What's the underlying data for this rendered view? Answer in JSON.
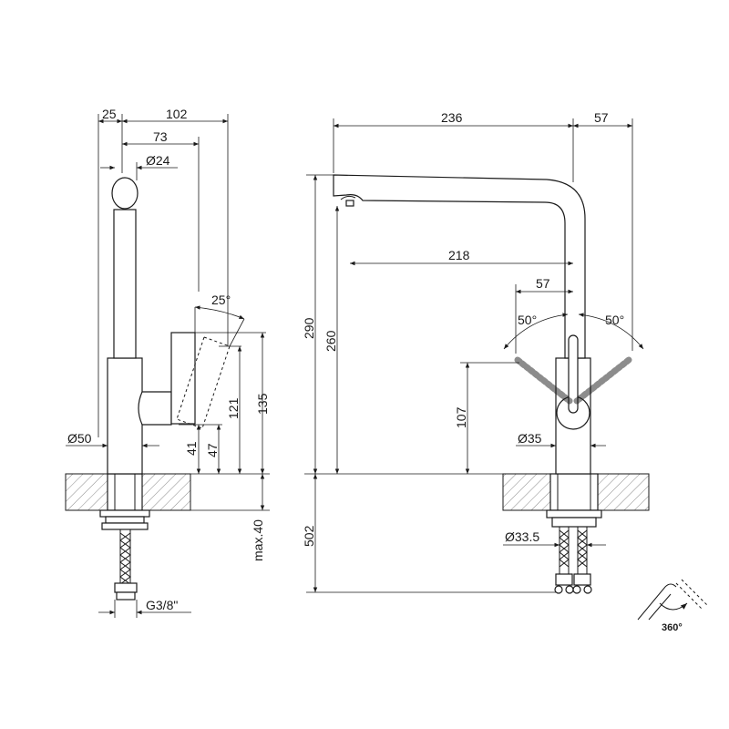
{
  "side_view": {
    "dim_25": "25",
    "dim_102": "102",
    "dim_73": "73",
    "dim_d24": "Ø24",
    "dim_25deg": "25°",
    "dim_121": "121",
    "dim_135": "135",
    "dim_41": "41",
    "dim_47": "47",
    "dim_d50": "Ø50",
    "dim_max40": "max.40",
    "dim_g38": "G3/8\""
  },
  "front_view": {
    "dim_236": "236",
    "dim_57_top": "57",
    "dim_218": "218",
    "dim_57_mid": "57",
    "dim_50deg_left": "50°",
    "dim_50deg_right": "50°",
    "dim_290": "290",
    "dim_260": "260",
    "dim_107": "107",
    "dim_d35": "Ø35",
    "dim_502": "502",
    "dim_d335": "Ø33.5"
  },
  "rotation_icon": {
    "label": "360°"
  }
}
